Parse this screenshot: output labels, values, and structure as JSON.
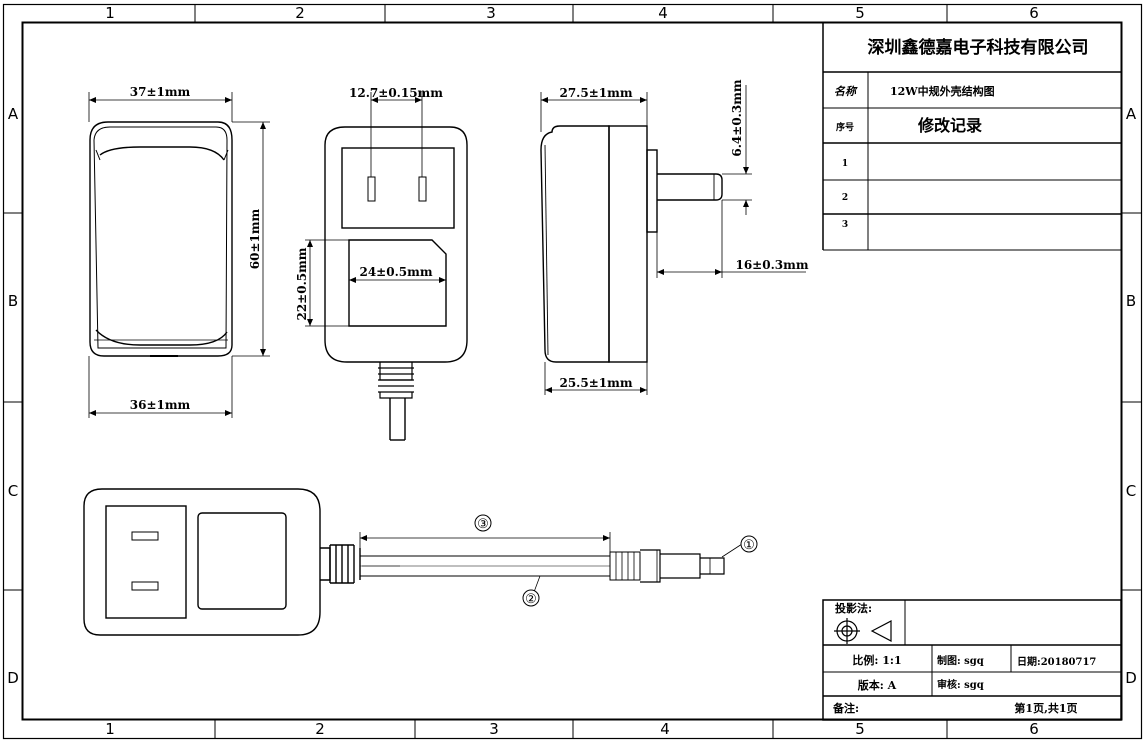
{
  "grid": {
    "columns": [
      "1",
      "2",
      "3",
      "4",
      "5",
      "6"
    ],
    "rows": [
      "A",
      "B",
      "C",
      "D"
    ]
  },
  "dimensions": {
    "front_width_top": "37±1mm",
    "front_width_bottom": "36±1mm",
    "front_height": "60±1mm",
    "pin_spacing": "12.7±0.15mm",
    "label_width": "24±0.5mm",
    "label_height": "22±0.5mm",
    "side_depth_top": "27.5±1mm",
    "side_depth_bottom": "25.5±1mm",
    "pin_diameter": "6.4±0.3mm",
    "pin_length": "16±0.3mm"
  },
  "callouts": {
    "c1": "①",
    "c2": "②",
    "c3": "③"
  },
  "title_block": {
    "company": "深圳鑫德嘉电子科技有限公司",
    "name_label": "名称",
    "name_value": "12W中规外壳结构图",
    "seq_label": "序号",
    "revision_label": "修改记录",
    "rows": [
      "1",
      "2",
      "3"
    ],
    "projection_label": "投影法:",
    "scale": "比例: 1:1",
    "drawn": "制图: sgq",
    "date": "日期:20180717",
    "version": "版本: A",
    "checked": "审核: sgq",
    "remarks": "备注:",
    "page": "第1页,共1页"
  }
}
